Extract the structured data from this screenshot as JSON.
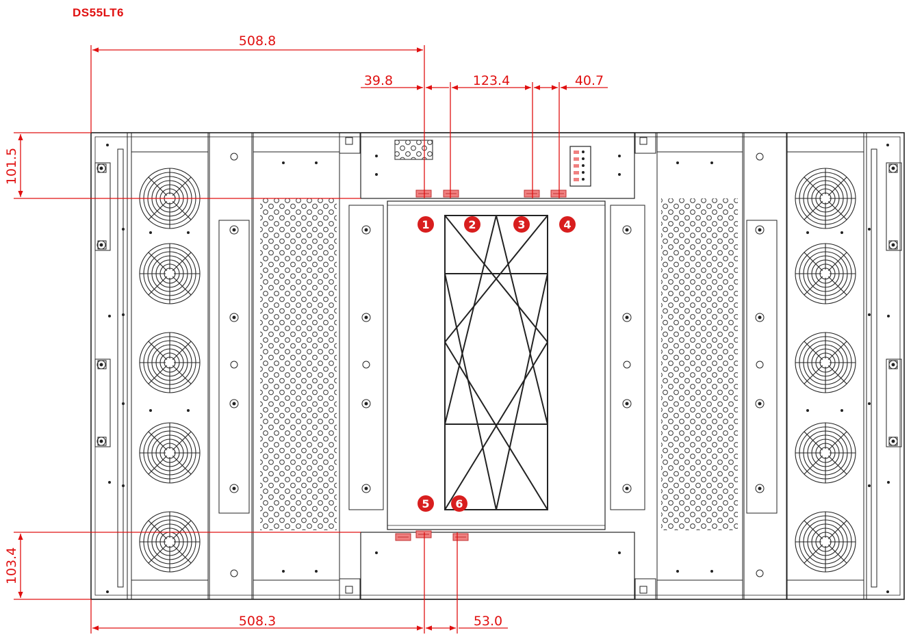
{
  "model": "DS55LT6",
  "dimensions": {
    "top_total": "508.8",
    "top_a": "39.8",
    "top_b": "123.4",
    "top_c": "40.7",
    "left_top": "101.5",
    "left_bottom": "103.4",
    "bottom_total": "508.3",
    "bottom_b": "53.0"
  },
  "markers": [
    "1",
    "2",
    "3",
    "4",
    "5",
    "6"
  ],
  "colors": {
    "dimension": "#e01010",
    "drawing": "#222222",
    "marker": "#d81e1e",
    "port": "#f08080"
  }
}
